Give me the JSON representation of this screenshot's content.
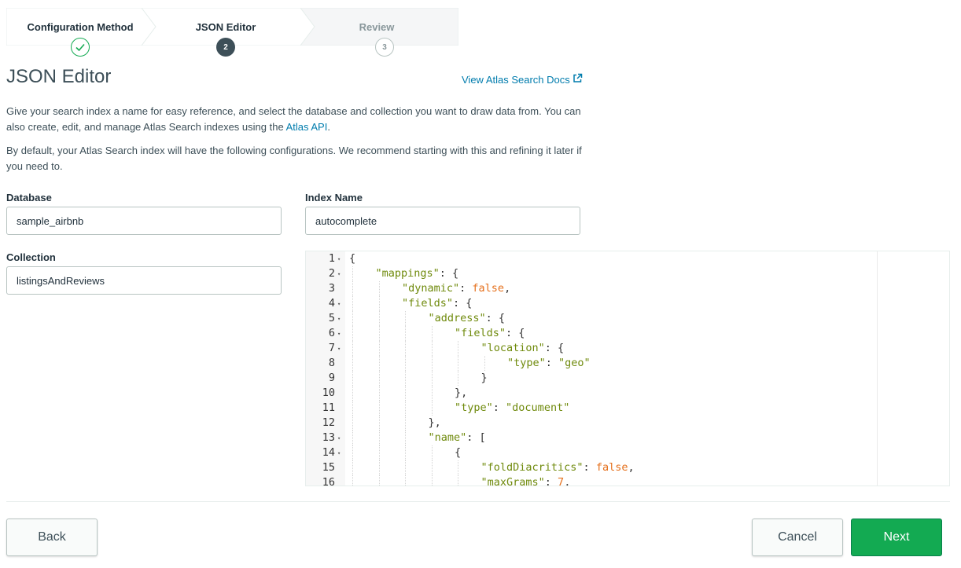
{
  "stepper": {
    "steps": [
      {
        "label": "Configuration Method",
        "state": "complete",
        "badge": ""
      },
      {
        "label": "JSON Editor",
        "state": "active",
        "badge": "2"
      },
      {
        "label": "Review",
        "state": "pending",
        "badge": "3"
      }
    ]
  },
  "header": {
    "title": "JSON Editor",
    "docs_link": "View Atlas Search Docs"
  },
  "description": {
    "p1_text": "Give your search index a name for easy reference, and select the database and collection you want to draw data from. You can also create, edit, and manage Atlas Search indexes using the ",
    "p1_link": "Atlas API",
    "p1_end": ".",
    "p2": "By default, your Atlas Search index will have the following configurations. We recommend starting with this and refining it later if you need to."
  },
  "form": {
    "database_label": "Database",
    "database_value": "sample_airbnb",
    "index_name_label": "Index Name",
    "index_name_value": "autocomplete",
    "collection_label": "Collection",
    "collection_value": "listingsAndReviews"
  },
  "editor": {
    "lines": [
      {
        "n": "1",
        "fold": true,
        "indent": 0,
        "tokens": [
          [
            "p",
            "{"
          ]
        ]
      },
      {
        "n": "2",
        "fold": true,
        "indent": 1,
        "tokens": [
          [
            "k",
            "\"mappings\""
          ],
          [
            "p",
            ": {"
          ]
        ]
      },
      {
        "n": "3",
        "fold": false,
        "indent": 2,
        "tokens": [
          [
            "k",
            "\"dynamic\""
          ],
          [
            "p",
            ": "
          ],
          [
            "b",
            "false"
          ],
          [
            "p",
            ","
          ]
        ]
      },
      {
        "n": "4",
        "fold": true,
        "indent": 2,
        "tokens": [
          [
            "k",
            "\"fields\""
          ],
          [
            "p",
            ": {"
          ]
        ]
      },
      {
        "n": "5",
        "fold": true,
        "indent": 3,
        "tokens": [
          [
            "k",
            "\"address\""
          ],
          [
            "p",
            ": {"
          ]
        ]
      },
      {
        "n": "6",
        "fold": true,
        "indent": 4,
        "tokens": [
          [
            "k",
            "\"fields\""
          ],
          [
            "p",
            ": {"
          ]
        ]
      },
      {
        "n": "7",
        "fold": true,
        "indent": 5,
        "tokens": [
          [
            "k",
            "\"location\""
          ],
          [
            "p",
            ": {"
          ]
        ]
      },
      {
        "n": "8",
        "fold": false,
        "indent": 6,
        "tokens": [
          [
            "k",
            "\"type\""
          ],
          [
            "p",
            ": "
          ],
          [
            "s",
            "\"geo\""
          ]
        ]
      },
      {
        "n": "9",
        "fold": false,
        "indent": 5,
        "tokens": [
          [
            "p",
            "}"
          ]
        ]
      },
      {
        "n": "10",
        "fold": false,
        "indent": 4,
        "tokens": [
          [
            "p",
            "},"
          ]
        ]
      },
      {
        "n": "11",
        "fold": false,
        "indent": 4,
        "tokens": [
          [
            "k",
            "\"type\""
          ],
          [
            "p",
            ": "
          ],
          [
            "s",
            "\"document\""
          ]
        ]
      },
      {
        "n": "12",
        "fold": false,
        "indent": 3,
        "tokens": [
          [
            "p",
            "},"
          ]
        ]
      },
      {
        "n": "13",
        "fold": true,
        "indent": 3,
        "tokens": [
          [
            "k",
            "\"name\""
          ],
          [
            "p",
            ": ["
          ]
        ]
      },
      {
        "n": "14",
        "fold": true,
        "indent": 4,
        "tokens": [
          [
            "p",
            "{"
          ]
        ]
      },
      {
        "n": "15",
        "fold": false,
        "indent": 5,
        "tokens": [
          [
            "k",
            "\"foldDiacritics\""
          ],
          [
            "p",
            ": "
          ],
          [
            "b",
            "false"
          ],
          [
            "p",
            ","
          ]
        ]
      },
      {
        "n": "16",
        "fold": false,
        "indent": 5,
        "tokens": [
          [
            "k",
            "\"maxGrams\""
          ],
          [
            "p",
            ": "
          ],
          [
            "n",
            "7"
          ],
          [
            "p",
            ","
          ]
        ]
      }
    ]
  },
  "footer": {
    "back_label": "Back",
    "cancel_label": "Cancel",
    "next_label": "Next"
  },
  "colors": {
    "accent": "#13aa52",
    "link": "#007cad",
    "string": "#6f8a0c",
    "literal": "#e5701c"
  }
}
